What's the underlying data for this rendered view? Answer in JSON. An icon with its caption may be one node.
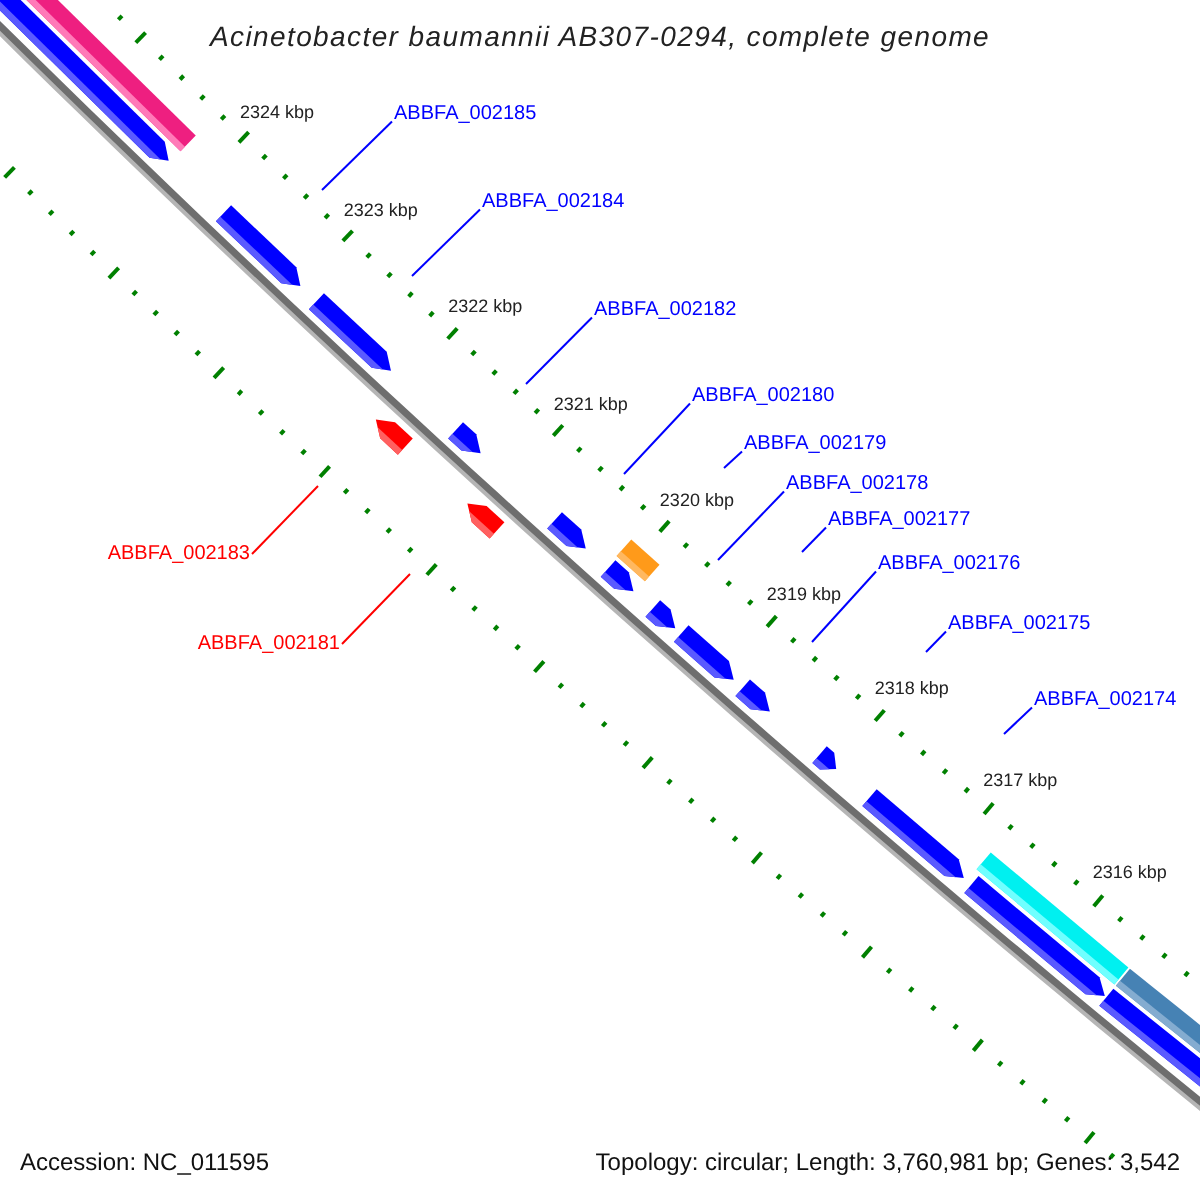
{
  "diagram": {
    "title": "Acinetobacter baumannii AB307-0294, complete genome",
    "nodes": [
      {
        "text": [
          "ABBFA_002185"
        ]
      },
      {
        "text": [
          "ABBFA_002184"
        ]
      },
      {
        "text": [
          "ABBFA_002182"
        ]
      },
      {
        "text": [
          "ABBFA_002180"
        ]
      },
      {
        "text": [
          "ABBFA_002179"
        ]
      },
      {
        "text": [
          "ABBFA_002178"
        ]
      },
      {
        "text": [
          "ABBFA_002177"
        ]
      },
      {
        "text": [
          "ABBFA_002183"
        ]
      },
      {
        "text": [
          "ABBFA_002176"
        ]
      },
      {
        "text": [
          "ABBFA_002175"
        ]
      },
      {
        "text": [
          "ABBFA_002181"
        ]
      },
      {
        "text": [
          "ABBFA_002174"
        ]
      }
    ],
    "edges": [
      {
        "from": 0,
        "to": null,
        "arrow": "none"
      },
      {
        "from": 1,
        "to": null,
        "arrow": "none"
      },
      {
        "from": 2,
        "to": null,
        "arrow": "none"
      },
      {
        "from": 3,
        "to": null,
        "arrow": "none"
      },
      {
        "from": 4,
        "to": null,
        "arrow": "none"
      },
      {
        "from": 5,
        "to": null,
        "arrow": "none"
      },
      {
        "from": 6,
        "to": null,
        "arrow": "none"
      },
      {
        "from": 7,
        "to": null,
        "arrow": "none",
        "color": "#ff0000"
      },
      {
        "from": 8,
        "to": null,
        "arrow": "none"
      },
      {
        "from": 9,
        "to": null,
        "arrow": "none"
      },
      {
        "from": 10,
        "to": null,
        "arrow": "none",
        "color": "#ff0000"
      },
      {
        "from": 11,
        "to": null,
        "arrow": "none"
      }
    ],
    "labels": [
      "2324 kbp",
      "2323 kbp",
      "2322 kbp",
      "2321 kbp",
      "2320 kbp",
      "2319 kbp",
      "2318 kbp",
      "2317 kbp",
      "2316 kbp",
      "Accession: NC_011595",
      "Topology: circular; Length: 3,760,981 bp; Genes: 3,542"
    ]
  }
}
